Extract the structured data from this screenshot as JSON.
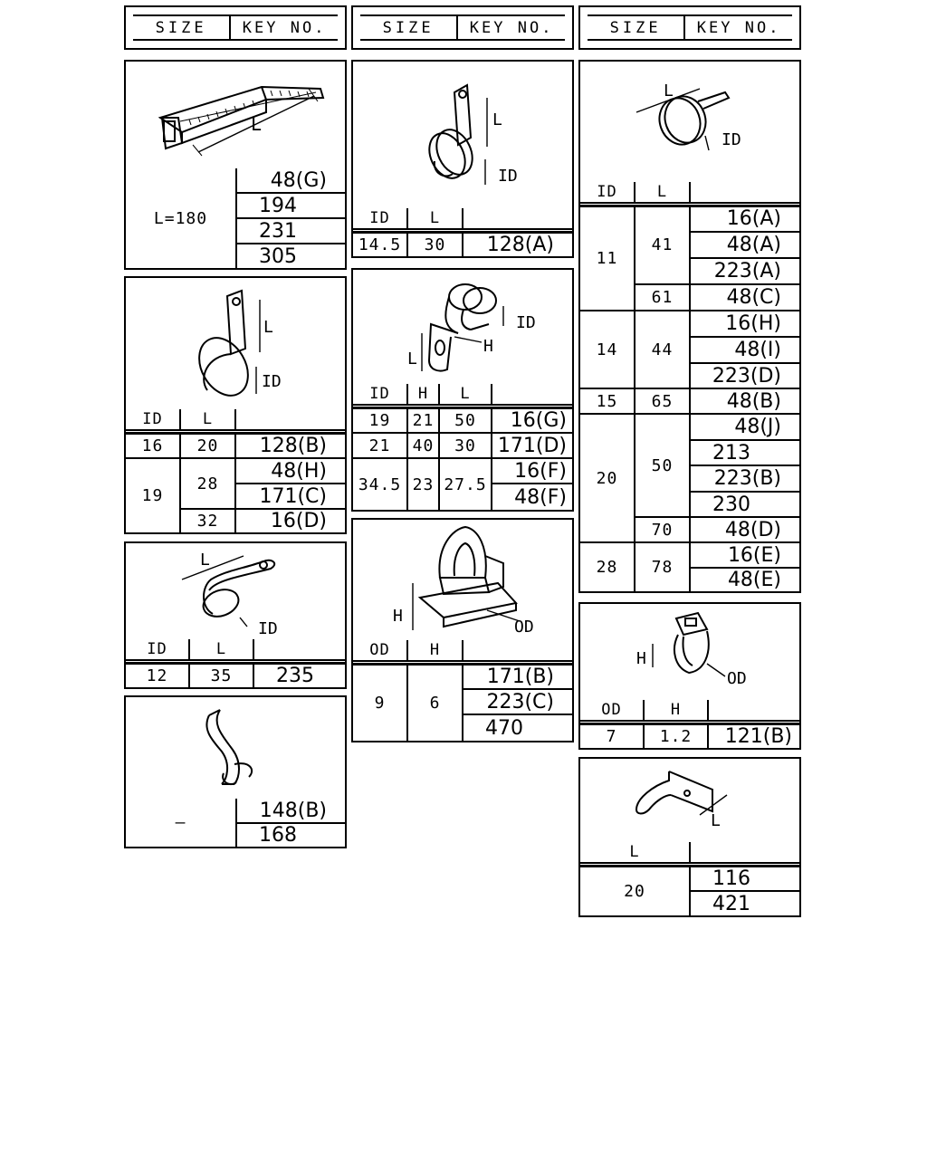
{
  "header": {
    "size_label": "SIZE",
    "key_label": "KEY NO."
  },
  "labels": {
    "l": "L",
    "id": "ID",
    "h": "H",
    "od": "OD"
  },
  "col1": {
    "tie": {
      "size": "L=180",
      "keys": [
        "48(G)",
        "194",
        "231",
        "305"
      ]
    },
    "loop_clamp": {
      "heads": [
        "ID",
        "L"
      ],
      "r1": [
        "16",
        "20",
        "128(B)"
      ],
      "id19": "19",
      "l28": "28",
      "k28": [
        "48(H)",
        "171(C)"
      ],
      "l32": "32",
      "k32": "16(D)"
    },
    "p_clamp": {
      "heads": [
        "ID",
        "L"
      ],
      "row": [
        "12",
        "35",
        "235"
      ]
    },
    "clip": {
      "size": "—",
      "keys": [
        "148(B)",
        "168"
      ]
    }
  },
  "col2": {
    "single_clamp": {
      "heads": [
        "ID",
        "L"
      ],
      "row": [
        "14.5",
        "30",
        "128(A)"
      ]
    },
    "bracket_clamp": {
      "heads": [
        "ID",
        "H",
        "L"
      ],
      "r1": [
        "19",
        "21",
        "50",
        "16(G)"
      ],
      "r2": [
        "21",
        "40",
        "30",
        "171(D)"
      ],
      "r3": [
        "34.5",
        "23",
        "27.5"
      ],
      "r3keys": [
        "16(F)",
        "48(F)"
      ]
    },
    "snap_clip": {
      "heads": [
        "OD",
        "H"
      ],
      "od": "9",
      "h": "6",
      "keys": [
        "171(B)",
        "223(C)",
        "470"
      ]
    }
  },
  "col3": {
    "band": {
      "heads": [
        "ID",
        "L"
      ],
      "g11": {
        "id": "11",
        "l41": "41",
        "k41": [
          "16(A)",
          "48(A)",
          "223(A)"
        ],
        "l61": "61",
        "k61": "48(C)"
      },
      "g14": {
        "id": "14",
        "l": "44",
        "keys": [
          "16(H)",
          "48(I)",
          "223(D)"
        ]
      },
      "g15": {
        "id": "15",
        "l": "65",
        "key": "48(B)"
      },
      "g20": {
        "id": "20",
        "l50": "50",
        "k50": [
          "48(J)",
          "213",
          "223(B)",
          "230"
        ],
        "l70": "70",
        "k70": "48(D)"
      },
      "g28": {
        "id": "28",
        "l": "78",
        "keys": [
          "16(E)",
          "48(E)"
        ]
      }
    },
    "push_clip": {
      "heads": [
        "OD",
        "H"
      ],
      "row": [
        "7",
        "1.2",
        "121(B)"
      ]
    },
    "tab_clip": {
      "heads": [
        "L"
      ],
      "l": "20",
      "keys": [
        "116",
        "421"
      ]
    }
  }
}
